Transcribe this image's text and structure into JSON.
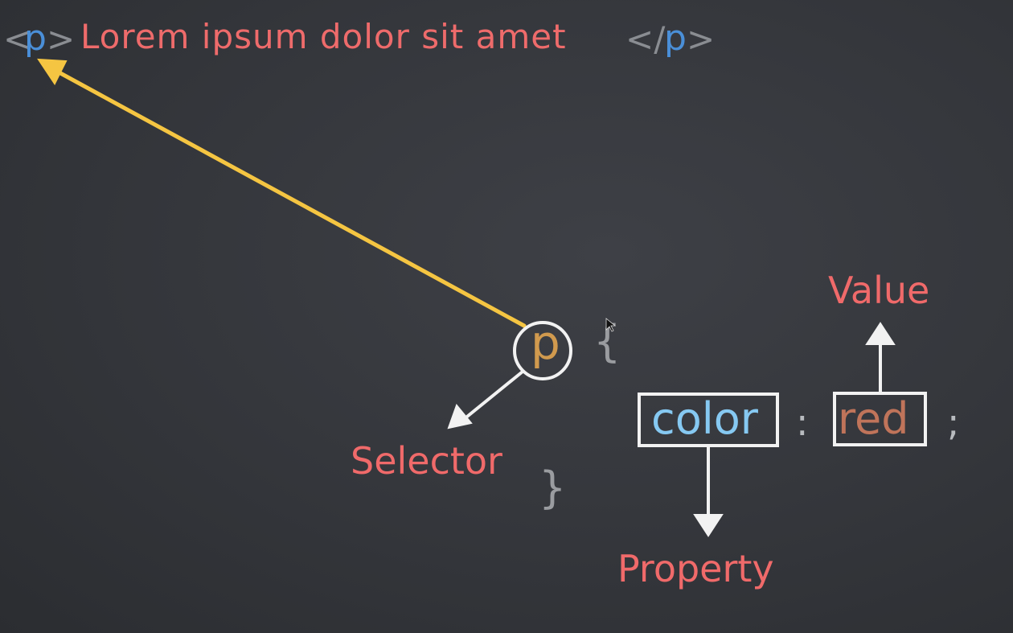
{
  "html_line": {
    "open_lt": "<",
    "open_tag": "p",
    "open_gt": ">",
    "content": "Lorem ipsum dolor sit amet",
    "close_lt": "</",
    "close_tag": "p",
    "close_gt": ">"
  },
  "css_rule": {
    "selector": "p",
    "open_brace": "{",
    "property": "color",
    "colon": ":",
    "value": "red",
    "semicolon": ";",
    "close_brace": "}"
  },
  "labels": {
    "selector": "Selector",
    "property": "Property",
    "value": "Value"
  },
  "colors": {
    "board": "#34363b",
    "chalk_white": "#f2f2f2",
    "chalk_yellow": "#f5c542",
    "label_red": "#f06a6a",
    "tag_blue": "#4a8fd8",
    "property_blue": "#86c9f2",
    "value_brown": "#c0745a",
    "selector_tan": "#d19a4e"
  }
}
